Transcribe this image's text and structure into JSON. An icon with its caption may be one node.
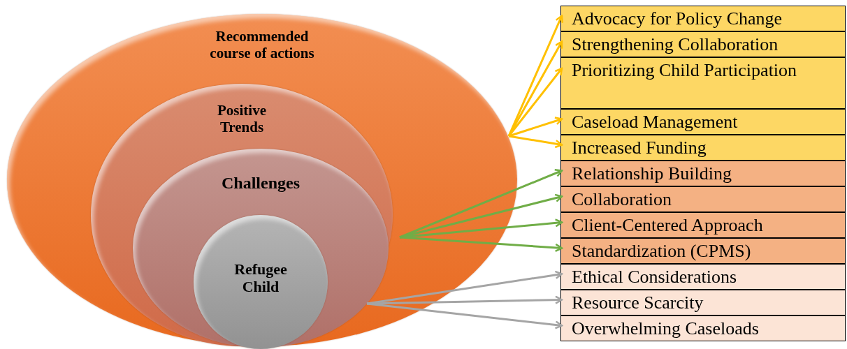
{
  "diagram": {
    "nodes": [
      {
        "text": [
          "Recommended course of actions"
        ]
      },
      {
        "text": [
          "Positive Trends"
        ],
        "in": 0
      },
      {
        "text": [
          "Challenges"
        ],
        "in": 1
      },
      {
        "text": [
          "Refugee Child"
        ],
        "in": 2
      },
      {
        "text": [
          "Advocacy for Policy Change"
        ]
      },
      {
        "text": [
          "Strengthening Collaboration"
        ]
      },
      {
        "text": [
          "Prioritizing Child Participation"
        ]
      },
      {
        "text": [
          "Caseload Management"
        ]
      },
      {
        "text": [
          "Increased Funding"
        ]
      },
      {
        "text": [
          "Relationship Building"
        ]
      },
      {
        "text": [
          "Collaboration"
        ]
      },
      {
        "text": [
          "Client-Centered Approach"
        ]
      },
      {
        "text": [
          "Standardization (CPMS)"
        ]
      },
      {
        "text": [
          "Ethical Considerations"
        ]
      },
      {
        "text": [
          "Resource Scarcity"
        ]
      },
      {
        "text": [
          "Overwhelming Caseloads"
        ]
      }
    ],
    "edges": [
      {
        "from": 0,
        "to": 4,
        "arrow": "to"
      },
      {
        "from": 0,
        "to": 5,
        "arrow": "to"
      },
      {
        "from": 0,
        "to": 6,
        "arrow": "to"
      },
      {
        "from": 0,
        "to": 7,
        "arrow": "to"
      },
      {
        "from": 0,
        "to": 8,
        "arrow": "to"
      },
      {
        "from": 1,
        "to": 9,
        "arrow": "to",
        "color": "#70ad47"
      },
      {
        "from": 1,
        "to": 10,
        "arrow": "to",
        "color": "#70ad47"
      },
      {
        "from": 1,
        "to": 11,
        "arrow": "to",
        "color": "#70ad47"
      },
      {
        "from": 1,
        "to": 12,
        "arrow": "to",
        "color": "#70ad47"
      },
      {
        "from": 2,
        "to": 13,
        "arrow": "to",
        "color": "#a5a5a5"
      },
      {
        "from": 2,
        "to": 14,
        "arrow": "to",
        "color": "#a5a5a5"
      },
      {
        "from": 2,
        "to": 15,
        "arrow": "to",
        "color": "#a5a5a5"
      }
    ]
  }
}
